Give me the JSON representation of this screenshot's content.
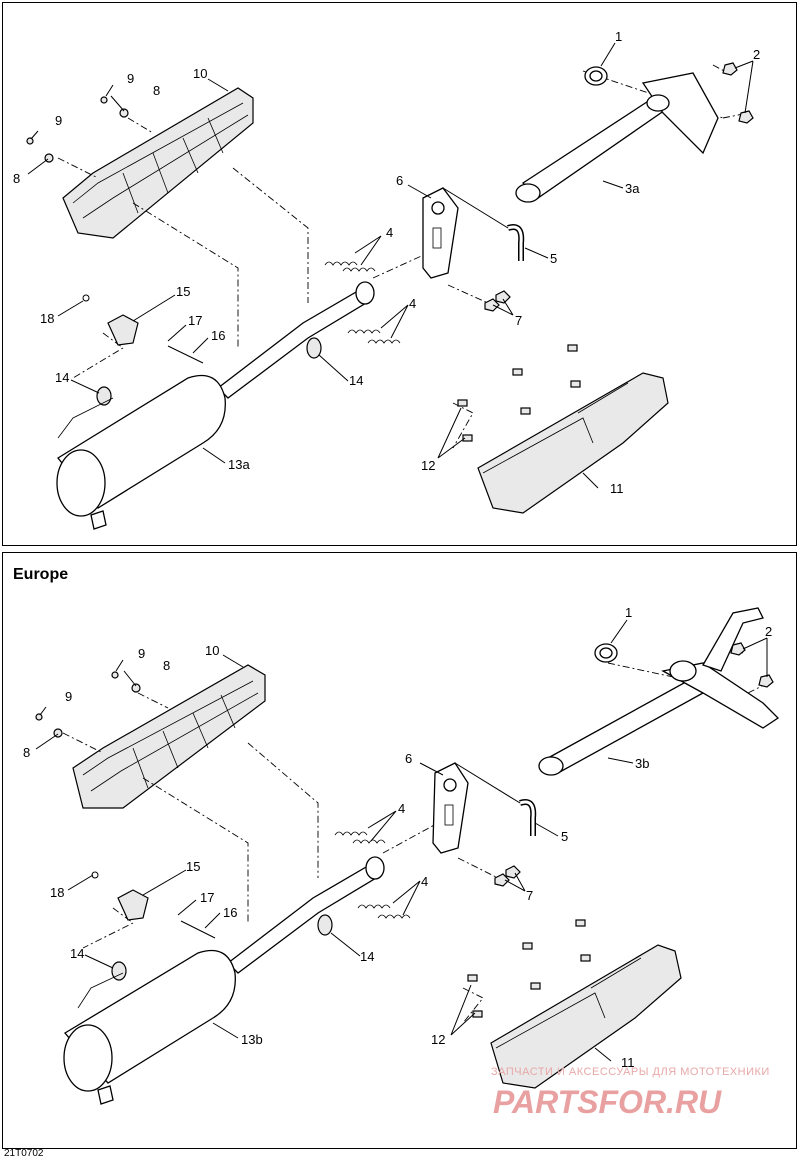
{
  "panels": [
    {
      "title": "",
      "labels": [
        "1",
        "2",
        "3a",
        "4",
        "4",
        "5",
        "6",
        "7",
        "8",
        "8",
        "9",
        "9",
        "10",
        "11",
        "12",
        "13a",
        "14",
        "14",
        "15",
        "16",
        "17",
        "18"
      ]
    },
    {
      "title": "Europe",
      "labels": [
        "1",
        "2",
        "3b",
        "4",
        "4",
        "5",
        "6",
        "7",
        "8",
        "8",
        "9",
        "9",
        "10",
        "11",
        "12",
        "13b",
        "14",
        "14",
        "15",
        "16",
        "17",
        "18"
      ]
    }
  ],
  "drawing_code": "21T0702",
  "watermark": {
    "tagline": "ЗАПЧАСТИ И АКСЕССУАРЫ ДЛЯ МОТОТЕХНИКИ",
    "brand": "PARTSFOR.RU"
  }
}
